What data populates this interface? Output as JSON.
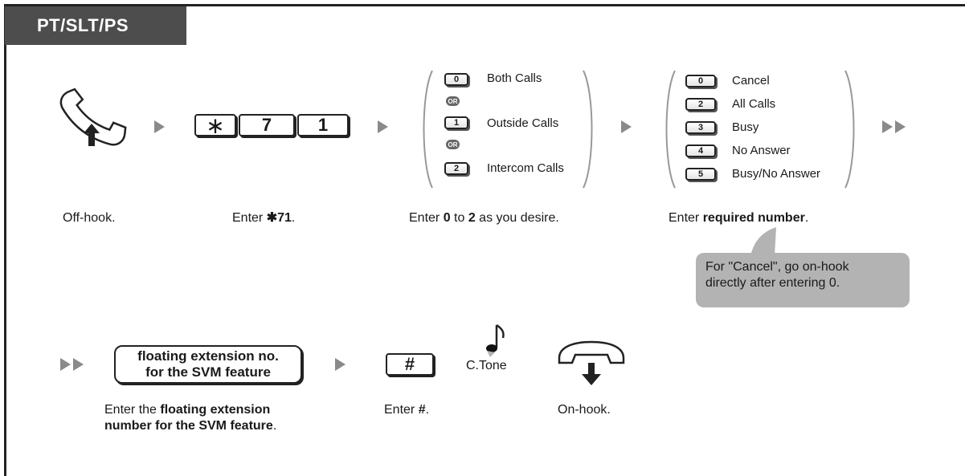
{
  "header": {
    "tag": "PT/SLT/PS"
  },
  "steps": {
    "offhook": {
      "caption": "Off-hook."
    },
    "feature": {
      "keys": [
        "∗",
        "7",
        "1"
      ],
      "caption_prefix": "Enter ",
      "caption_code": "✱71",
      "caption_suffix": "."
    },
    "call_type": {
      "options": [
        {
          "key": "0",
          "label": "Both Calls"
        },
        {
          "key": "1",
          "label": "Outside Calls"
        },
        {
          "key": "2",
          "label": "Intercom Calls"
        }
      ],
      "or_label": "OR",
      "caption_prefix": "Enter ",
      "caption_from": "0",
      "caption_mid": " to ",
      "caption_to": "2",
      "caption_suffix": " as you desire."
    },
    "forward_type": {
      "options": [
        {
          "key": "0",
          "label": "Cancel"
        },
        {
          "key": "2",
          "label": "All Calls"
        },
        {
          "key": "3",
          "label": "Busy"
        },
        {
          "key": "4",
          "label": "No Answer"
        },
        {
          "key": "5",
          "label": "Busy/No Answer"
        }
      ],
      "caption_prefix": "Enter ",
      "caption_bold": "required number",
      "caption_suffix": ".",
      "note_line1": "For \"Cancel\", go on-hook",
      "note_line2": "directly after entering 0."
    },
    "extension": {
      "pill_line1": "floating extension no.",
      "pill_line2": "for the SVM feature",
      "caption_prefix": "Enter the ",
      "caption_bold1": "floating extension",
      "caption_bold2": "number for the SVM feature",
      "caption_suffix": "."
    },
    "hash": {
      "key": "#",
      "caption_prefix": "Enter ",
      "caption_bold": "#",
      "caption_suffix": "."
    },
    "tone": {
      "label": "C.Tone"
    },
    "onhook": {
      "caption": "On-hook."
    }
  }
}
